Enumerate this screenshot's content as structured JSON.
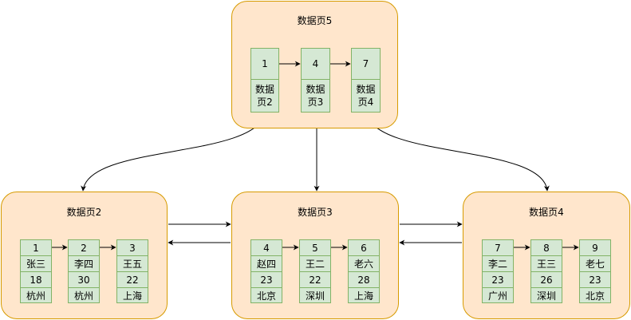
{
  "root": {
    "title": "数据页5",
    "entries": [
      {
        "key": "1",
        "pointer": "数据\n页2"
      },
      {
        "key": "4",
        "pointer": "数据\n页3"
      },
      {
        "key": "7",
        "pointer": "数据\n页4"
      }
    ]
  },
  "leaves": [
    {
      "title": "数据页2",
      "records": [
        {
          "id": "1",
          "name": "张三",
          "age": "18",
          "city": "杭州"
        },
        {
          "id": "2",
          "name": "李四",
          "age": "30",
          "city": "杭州"
        },
        {
          "id": "3",
          "name": "王五",
          "age": "22",
          "city": "上海"
        }
      ]
    },
    {
      "title": "数据页3",
      "records": [
        {
          "id": "4",
          "name": "赵四",
          "age": "23",
          "city": "北京"
        },
        {
          "id": "5",
          "name": "王二",
          "age": "22",
          "city": "深圳"
        },
        {
          "id": "6",
          "name": "老六",
          "age": "28",
          "city": "上海"
        }
      ]
    },
    {
      "title": "数据页4",
      "records": [
        {
          "id": "7",
          "name": "李二",
          "age": "23",
          "city": "广州"
        },
        {
          "id": "8",
          "name": "王三",
          "age": "26",
          "city": "深圳"
        },
        {
          "id": "9",
          "name": "老七",
          "age": "23",
          "city": "北京"
        }
      ]
    }
  ],
  "colors": {
    "page_fill": "#ffe6cc",
    "page_border": "#d79b00",
    "cell_fill": "#d5e8d4",
    "cell_border": "#82b366",
    "line": "#000000"
  }
}
